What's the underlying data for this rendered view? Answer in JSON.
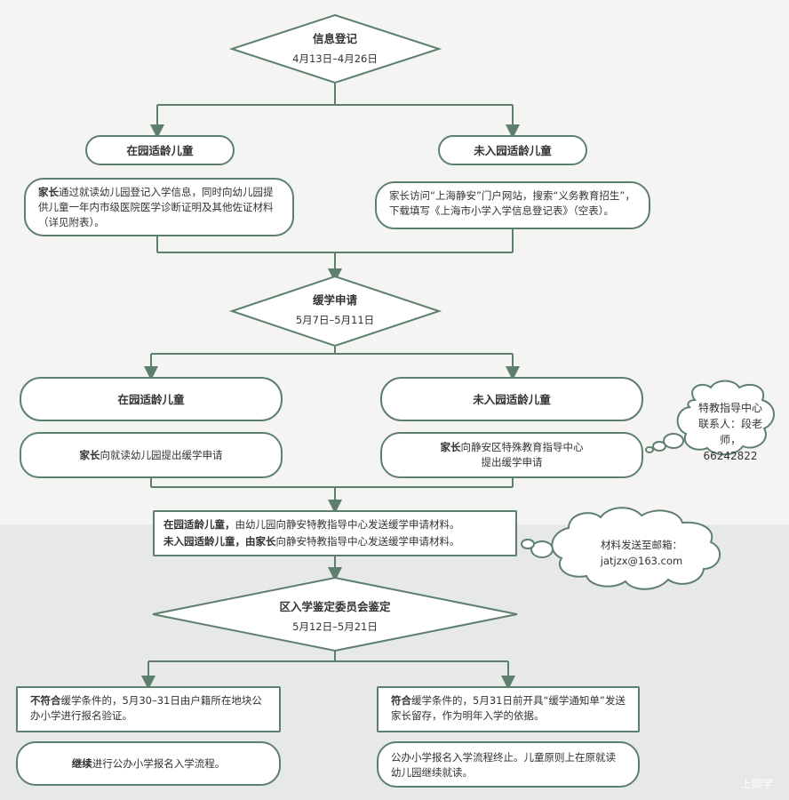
{
  "colors": {
    "stroke": "#5f7f6e",
    "background": "#f4f4f3",
    "panel": "#e6e9e7"
  },
  "stage1": {
    "title": "信息登记",
    "date": "4月13日–4月26日"
  },
  "stage1_left": {
    "header": "在园适龄儿童",
    "note_bold": "家长",
    "note_text": "通过就读幼儿园登记入学信息，同时向幼儿园提供儿童一年内市级医院医学诊断证明及其他佐证材料（详见附表）。"
  },
  "stage1_right": {
    "header": "未入园适龄儿童",
    "note_text": "家长访问“上海静安”门户网站，搜索“义务教育招生”，下载填写《上海市小学入学信息登记表》（空表）。"
  },
  "stage2": {
    "title": "缓学申请",
    "date": "5月7日–5月11日"
  },
  "stage2_left": {
    "header": "在园适龄儿童",
    "note_bold": "家长",
    "note_text": "向就读幼儿园提出缓学申请"
  },
  "stage2_right": {
    "header": "未入园适龄儿童",
    "note_bold": "家长",
    "note_line1": "向静安区特殊教育指导中心",
    "note_line2": "提出缓学申请"
  },
  "contact_cloud": {
    "line1": "特教指导中心",
    "line2": "联系人：段老师，",
    "line3": "66242822"
  },
  "send_box": {
    "line1_bold": "在园适龄儿童，",
    "line1_text": "由幼儿园向静安特教指导中心发送缓学申请材料。",
    "line2_bold": "未入园适龄儿童，由家长",
    "line2_text": "向静安特教指导中心发送缓学申请材料。"
  },
  "email_cloud": {
    "text": "材料发送至邮箱：jatjzx@163.com"
  },
  "stage3": {
    "title": "区入学鉴定委员会鉴定",
    "date": "5月12日–5月21日"
  },
  "result_left": {
    "bold": "不符合",
    "text": "缓学条件的，5月30–31日由户籍所在地块公办小学进行报名验证。"
  },
  "result_left2": {
    "bold": "继续",
    "text": "进行公办小学报名入学流程。"
  },
  "result_right": {
    "bold": "符合",
    "text": "缓学条件的，5月31日前开具“缓学通知单”发送家长留存，作为明年入学的依据。"
  },
  "result_right2": {
    "text": "公办小学报名入学流程终止。儿童原则上在原就读幼儿园继续就读。"
  },
  "watermark": "上卿学"
}
